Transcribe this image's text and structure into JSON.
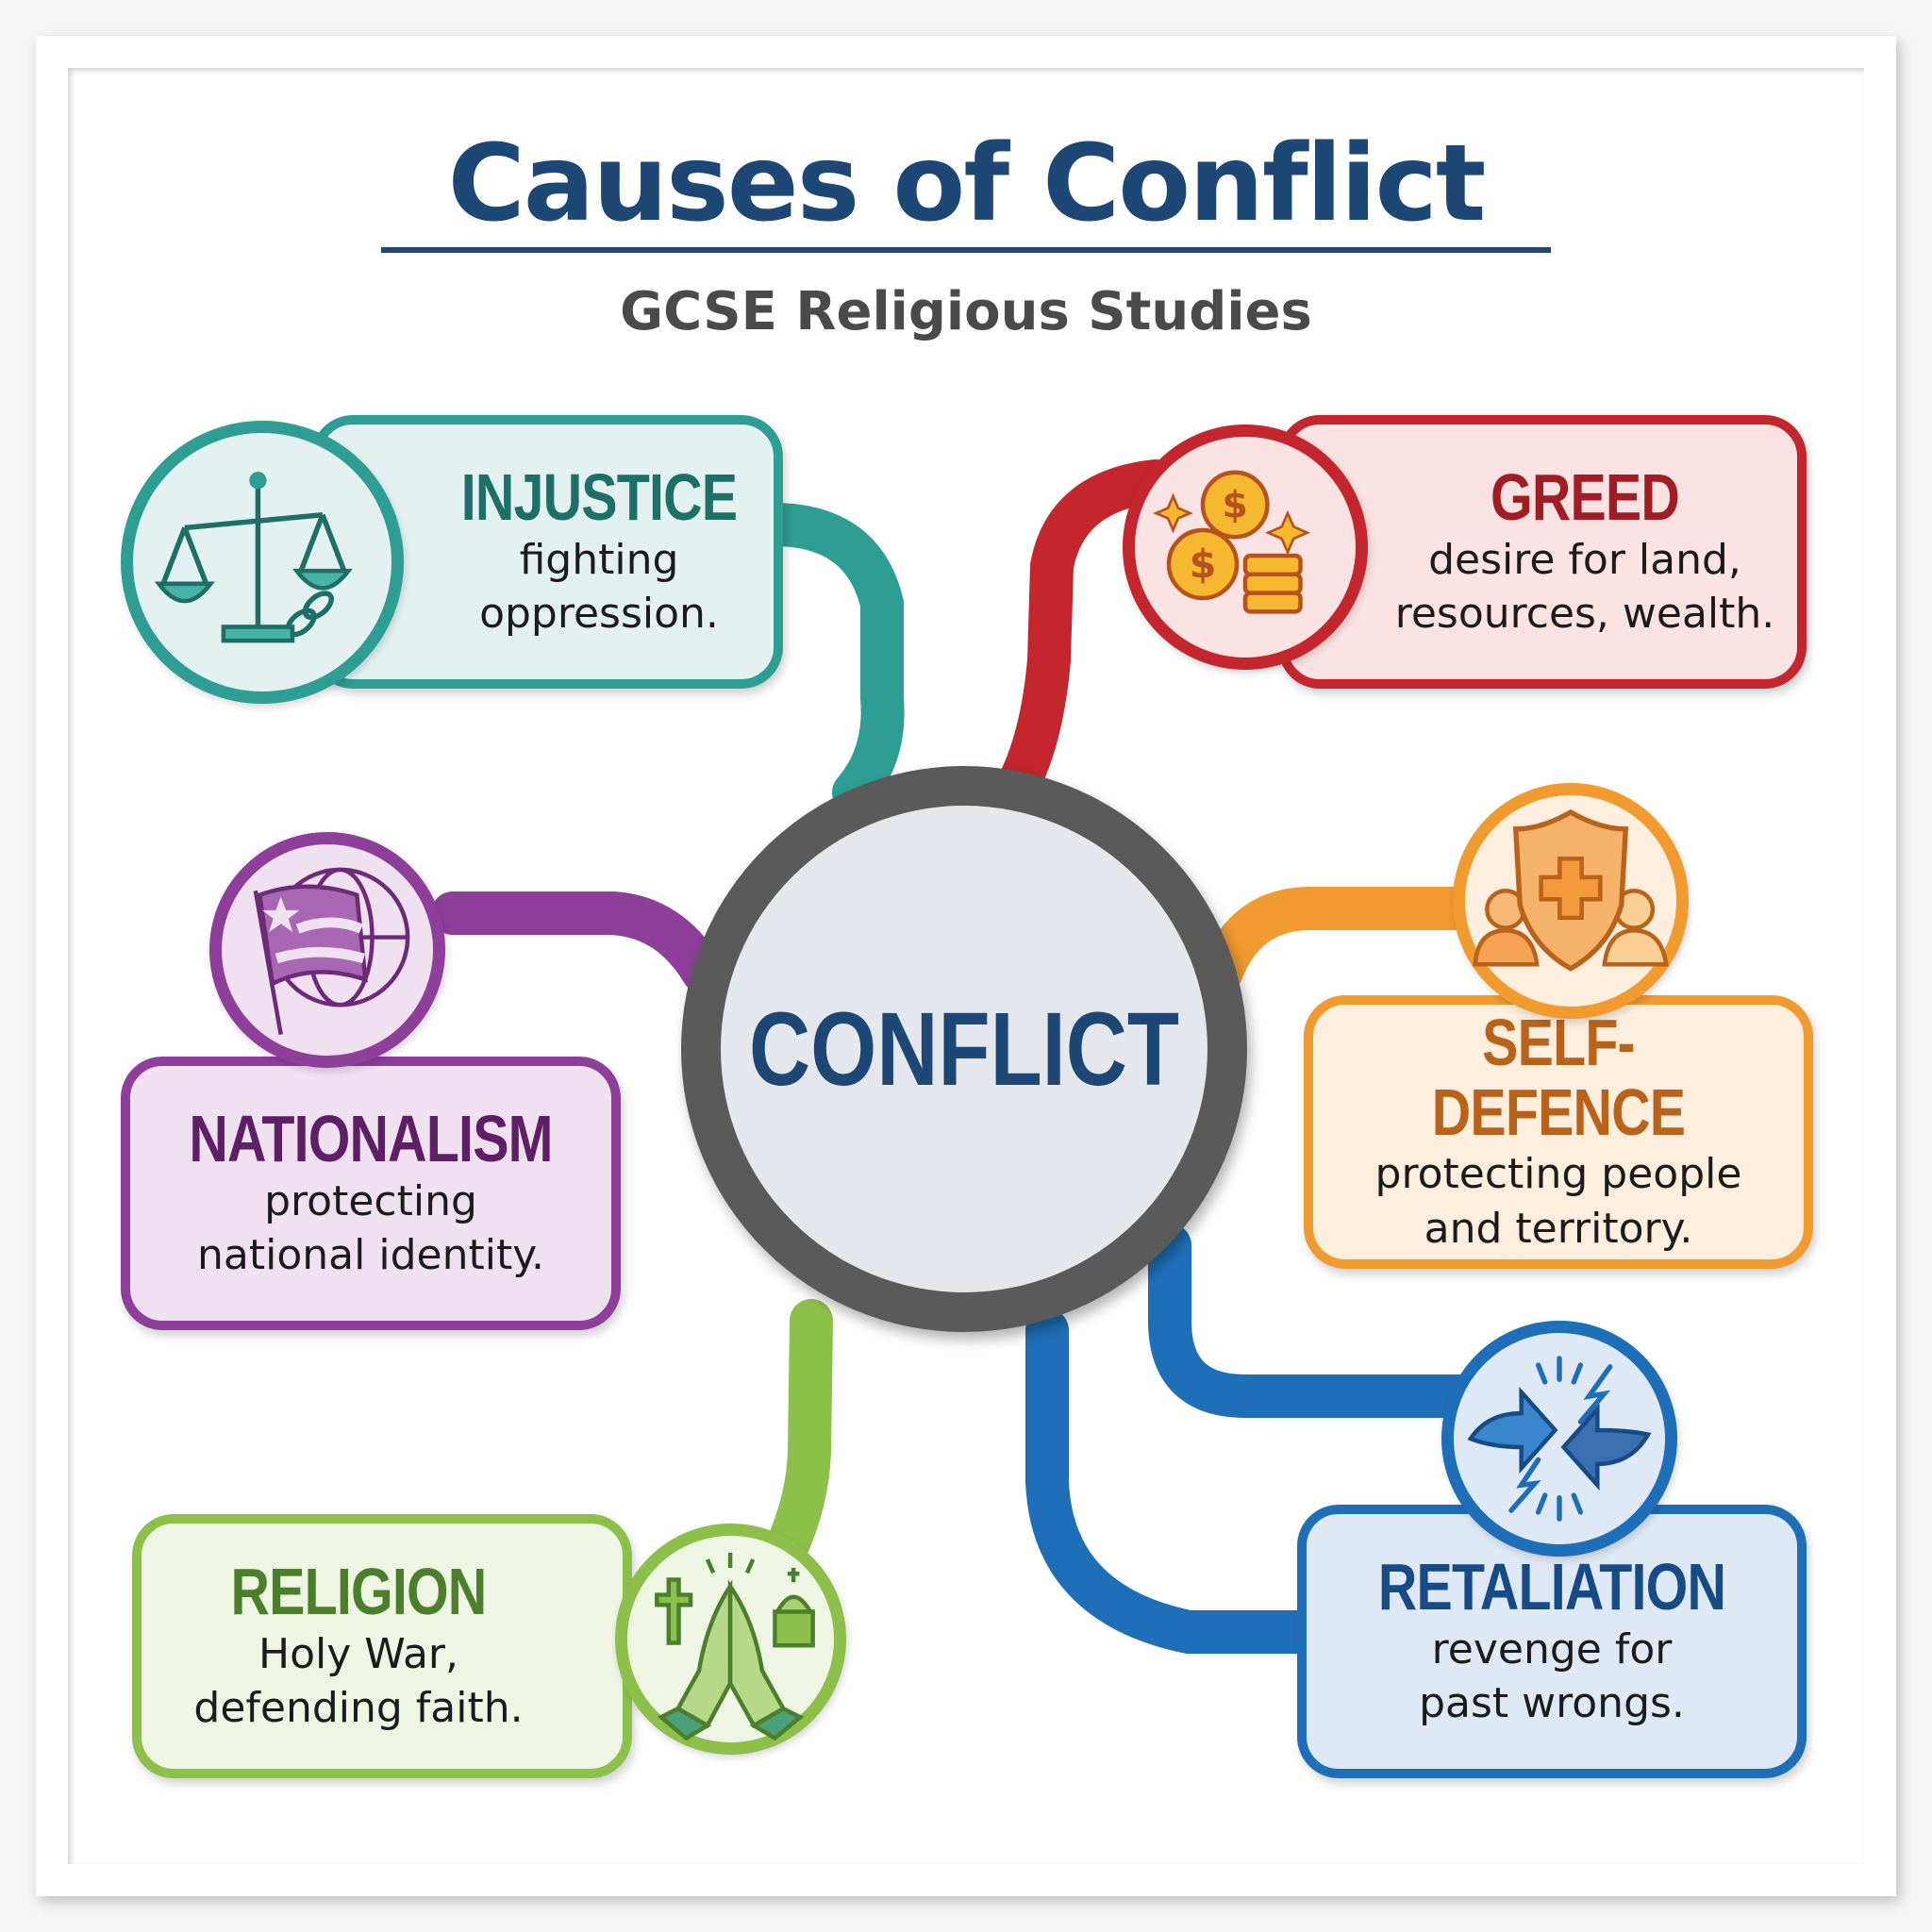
{
  "title": "Causes of Conflict",
  "subtitle": "GCSE Religious Studies",
  "center": {
    "label": "CONFLICT",
    "ring_color": "#5a5a5a",
    "fill": "#e4e7eb",
    "text_color": "#1d4775"
  },
  "causes": [
    {
      "id": "injustice",
      "label": "INJUSTICE",
      "description": "fighting\noppression.",
      "icon": "scales-broken-chain-icon",
      "color": "#2e9e94",
      "dark": "#1e6f68",
      "fill": "#e3f2f1"
    },
    {
      "id": "greed",
      "label": "GREED",
      "description": "desire for land,\nresources, wealth.",
      "icon": "gold-coins-icon",
      "color": "#c4262e",
      "dark": "#a11d25",
      "fill": "#fbe3e3"
    },
    {
      "id": "nationalism",
      "label": "NATIONALISM",
      "description": "protecting\nnational identity.",
      "icon": "flag-globe-icon",
      "color": "#8e3f9a",
      "dark": "#5e1f66",
      "fill": "#efe1f0"
    },
    {
      "id": "self-defence",
      "label": "SELF-DEFENCE",
      "description": "protecting people\nand territory.",
      "icon": "shield-people-icon",
      "color": "#f09a30",
      "dark": "#b8621a",
      "fill": "#fdeedd"
    },
    {
      "id": "religion",
      "label": "RELIGION",
      "description": "Holy War,\ndefending faith.",
      "icon": "praying-hands-icon",
      "color": "#8cc04a",
      "dark": "#4c7f2c",
      "fill": "#eef5e3"
    },
    {
      "id": "retaliation",
      "label": "RETALIATION",
      "description": "revenge for\npast wrongs.",
      "icon": "clashing-arrows-icon",
      "color": "#1f6fb8",
      "dark": "#164b86",
      "fill": "#dfe9f5"
    }
  ]
}
